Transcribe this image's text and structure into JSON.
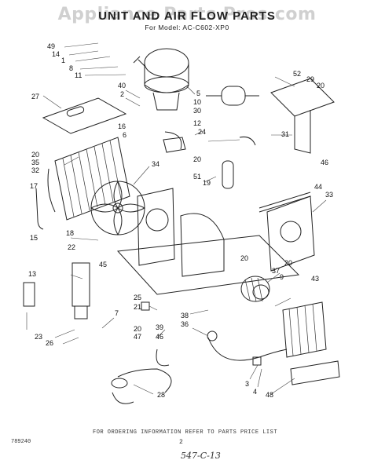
{
  "watermark": "Appliance Parts Pros.com",
  "title": "UNIT AND AIR FLOW PARTS",
  "subtitle": "For Model: AC-C602-XP0",
  "footer": {
    "ordering_note": "FOR ORDERING INFORMATION REFER TO PARTS PRICE LIST",
    "page_number": "2",
    "doc_code": "789240",
    "handwritten": "547-C-13"
  },
  "callouts": [
    "49",
    "14",
    "1",
    "8",
    "11",
    "27",
    "40",
    "2",
    "5",
    "10",
    "30",
    "52",
    "29",
    "20",
    "16",
    "6",
    "12",
    "24",
    "31",
    "46",
    "20",
    "35",
    "32",
    "34",
    "20",
    "51",
    "19",
    "44",
    "33",
    "17",
    "15",
    "18",
    "22",
    "37",
    "9",
    "43",
    "13",
    "45",
    "20",
    "20",
    "23",
    "26",
    "7",
    "25",
    "21",
    "20",
    "47",
    "39",
    "46",
    "38",
    "36",
    "3",
    "4",
    "28",
    "48"
  ]
}
